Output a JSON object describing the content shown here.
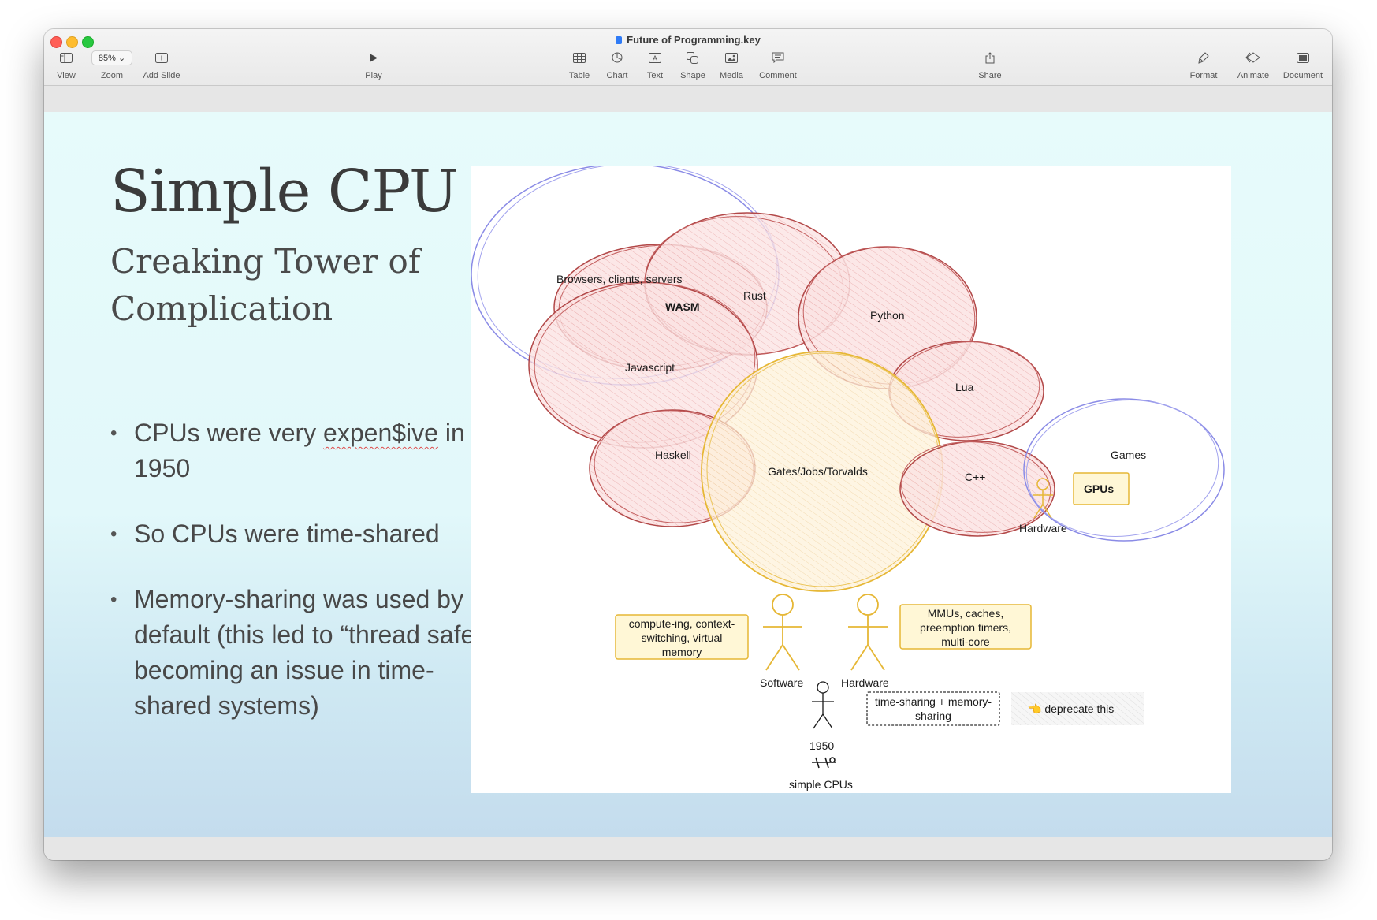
{
  "window": {
    "title": "Future of Programming.key"
  },
  "toolbar": {
    "view": "View",
    "zoom_value": "85%",
    "zoom": "Zoom",
    "add_slide": "Add Slide",
    "play": "Play",
    "table": "Table",
    "chart": "Chart",
    "text": "Text",
    "shape": "Shape",
    "media": "Media",
    "comment": "Comment",
    "share": "Share",
    "format": "Format",
    "animate": "Animate",
    "document": "Document"
  },
  "slide": {
    "title": "Simple CPU",
    "subtitle": "Creaking Tower of Complication",
    "bullets": {
      "b1_pre": "CPUs were very ",
      "b1_word": "expen$ive",
      "b1_post": " in 1950",
      "b2": "So CPUs were time-shared",
      "b3": "Memory-sharing was used by default (this led to “thread safety” becoming an issue in time-shared systems)"
    }
  },
  "diagram": {
    "labels": {
      "browsers": "Browsers, clients, servers",
      "wasm": "WASM",
      "rust": "Rust",
      "python": "Python",
      "javascript": "Javascript",
      "lua": "Lua",
      "haskell": "Haskell",
      "gates": "Gates/Jobs/Torvalds",
      "cpp": "C++",
      "games": "Games",
      "gpus": "GPUs",
      "hardware_top": "Hardware",
      "software": "Software",
      "hardware": "Hardware",
      "year": "1950",
      "simple_cpus": "simple CPUs"
    },
    "notes": {
      "sw_line1": "compute-ing, context-",
      "sw_line2": "switching, virtual",
      "sw_line3": "memory",
      "hw_line1": "MMUs, caches,",
      "hw_line2": "preemption timers,",
      "hw_line3": "multi-core",
      "ts_line1": "time-sharing + memory-",
      "ts_line2": "sharing",
      "deprecate": "👈 deprecate this"
    },
    "colors": {
      "red_stroke": "#b24848",
      "red_fill": "#f6c9c9",
      "blue_stroke": "#7b7ce8",
      "yellow_stroke": "#e6b735",
      "note_fill": "#fff7d6"
    }
  }
}
